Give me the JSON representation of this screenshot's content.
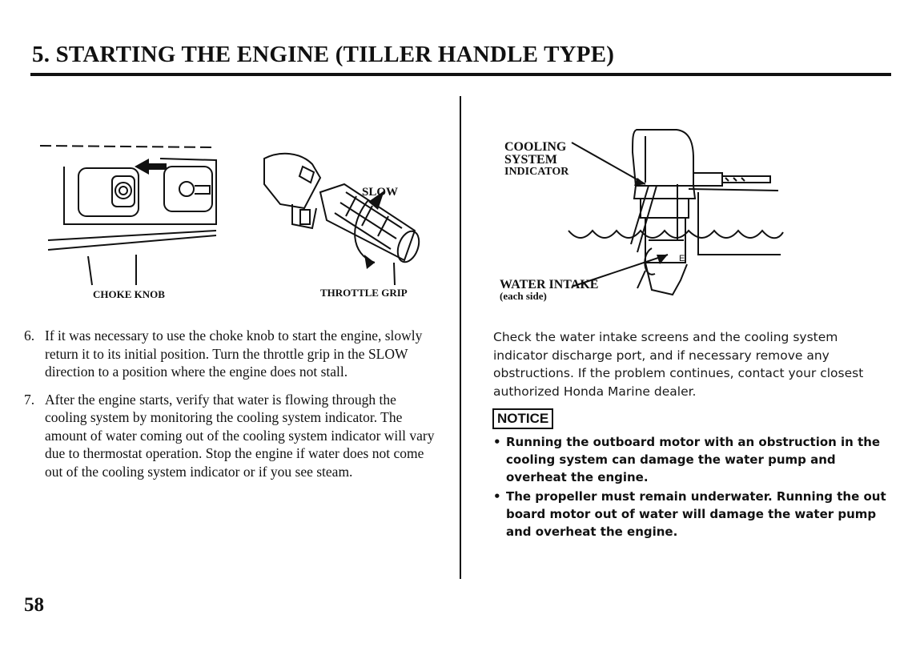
{
  "header": {
    "title": "5. STARTING THE ENGINE (TILLER HANDLE TYPE)"
  },
  "figures": {
    "choke_label": "CHOKE KNOB",
    "throttle_label": "THROTTLE GRIP",
    "slow_label": "SLOW",
    "cooling_label_line1": "COOLING",
    "cooling_label_line2": "SYSTEM",
    "cooling_label_line3": "INDICATOR",
    "water_intake_label": "WATER INTAKE",
    "each_side_label": "(each side)"
  },
  "steps": [
    {
      "number": "6.",
      "text": "If it was necessary to use the choke knob to start the engine, slowly return it to its initial position. Turn the throttle grip in the SLOW direction to a position where the engine does not stall."
    },
    {
      "number": "7.",
      "text": "After the engine starts, verify that water is flowing through the cooling system by monitoring the cooling system indicator. The amount of water coming out of the cooling system indicator will vary due to thermostat operation. Stop the engine if water does not come out of the cooling system indicator or if you see steam."
    }
  ],
  "check_text": "Check the water intake screens and the cooling system indicator discharge port, and if necessary remove any obstructions. If the problem continues, contact your closest authorized Honda Marine dealer.",
  "notice": {
    "badge": "NOTICE",
    "items": [
      "Running the outboard motor with an obstruction in the cooling system can damage the water pump and overheat the engine.",
      "The propeller must remain underwater. Running the out board motor out of water will damage the water pump and overheat the engine."
    ]
  },
  "footer": {
    "page_number": "58"
  }
}
